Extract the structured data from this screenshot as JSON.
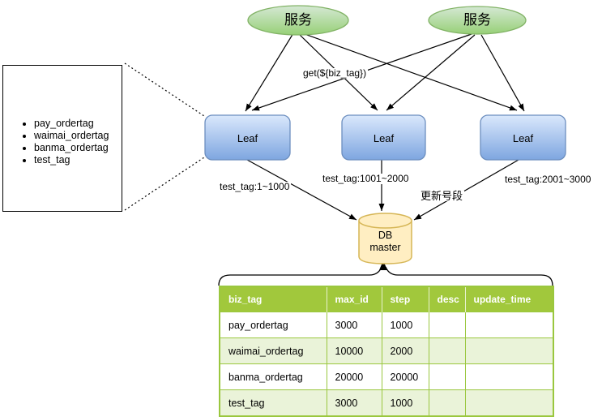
{
  "diagram": {
    "services": [
      {
        "label": "服务"
      },
      {
        "label": "服务"
      }
    ],
    "request_label": "get(${biz_tag})",
    "leaf_nodes": [
      {
        "label": "Leaf"
      },
      {
        "label": "Leaf"
      },
      {
        "label": "Leaf"
      }
    ],
    "tag_list": {
      "items": [
        "pay_ordertag",
        "waimai_ordertag",
        "banma_ordertag",
        "test_tag"
      ]
    },
    "db": {
      "line1": "DB",
      "line2": "master"
    },
    "edge_labels": {
      "leaf1_range": "test_tag:1~1000",
      "leaf2_range": "test_tag:1001~2000",
      "leaf3_range": "test_tag:2001~3000",
      "update_segment": "更新号段"
    }
  },
  "table": {
    "headers": [
      "biz_tag",
      "max_id",
      "step",
      "desc",
      "update_time"
    ],
    "rows": [
      [
        "pay_ordertag",
        "3000",
        "1000",
        "",
        ""
      ],
      [
        "waimai_ordertag",
        "10000",
        "2000",
        "",
        ""
      ],
      [
        "banma_ordertag",
        "20000",
        "20000",
        "",
        ""
      ],
      [
        "test_tag",
        "3000",
        "1000",
        "",
        ""
      ]
    ]
  },
  "colors": {
    "service_fill_top": "#d5e8d4",
    "service_fill_bottom": "#97d077",
    "service_stroke": "#82b366",
    "leaf_fill_top": "#dae8fc",
    "leaf_fill_bottom": "#7ea6e0",
    "leaf_stroke": "#6c8ebf",
    "db_fill": "#ffeec2",
    "db_stroke": "#d6b656",
    "table_header_bg": "#a1c83c",
    "table_row_alt_bg": "#eaf3d9",
    "table_border": "#9ac73e"
  }
}
